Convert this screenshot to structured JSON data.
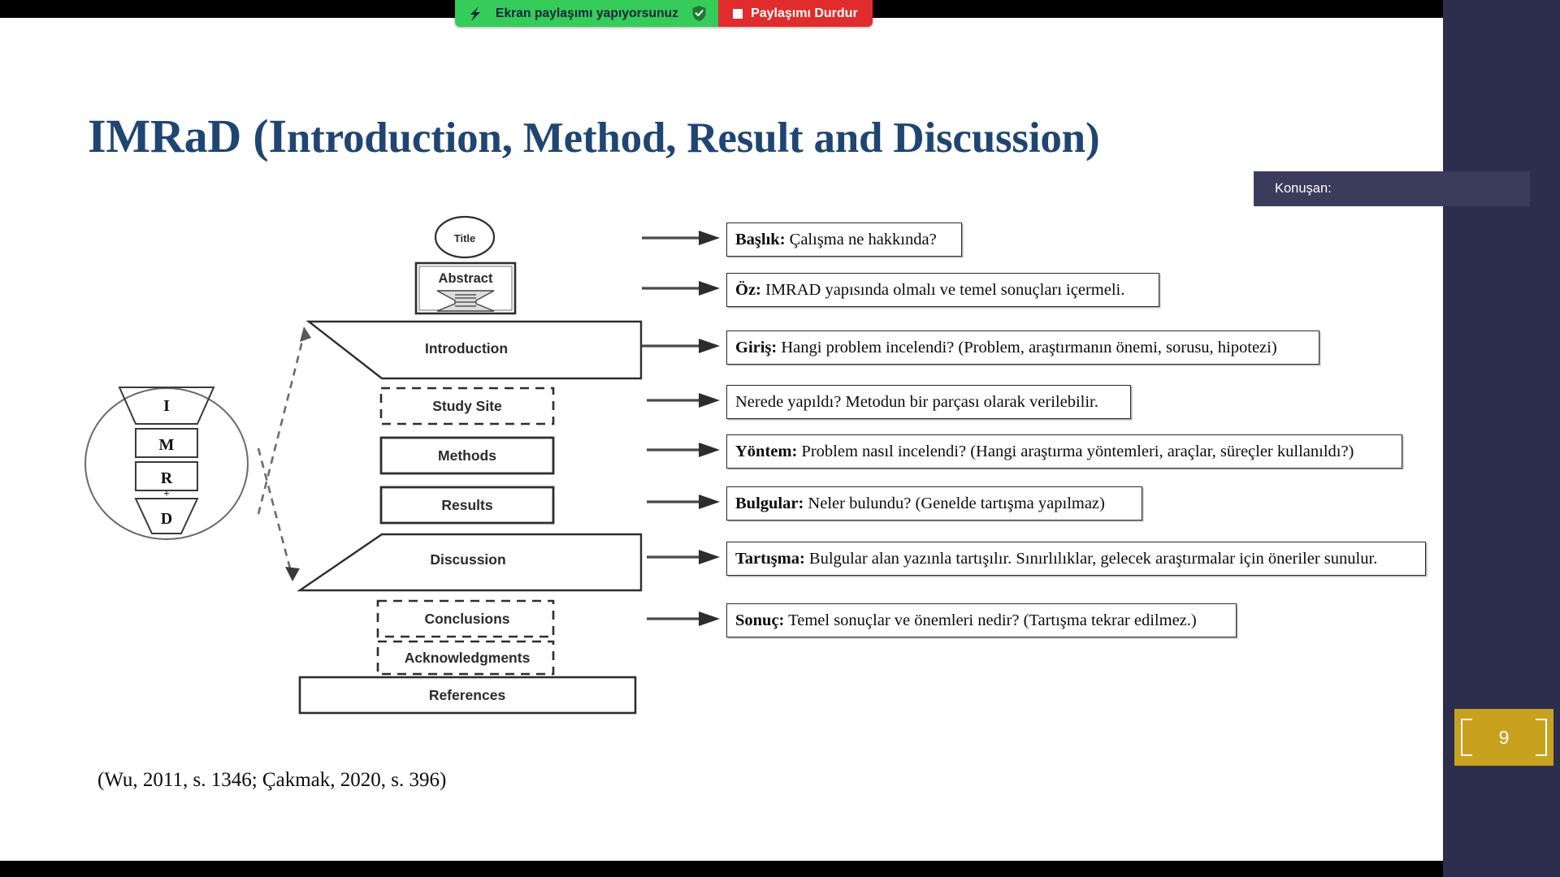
{
  "share_bar": {
    "status_text": "Ekran paylaşımı yapıyorsunuz",
    "bolt_icon": "bolt-icon",
    "shield_icon": "shield-check-icon",
    "stop_label": "Paylaşımı Durdur",
    "stop_icon": "stop-square-icon",
    "green": "#35cc5a",
    "red": "#e02c2c"
  },
  "speaker": {
    "label": "Konuşan:"
  },
  "page": {
    "number": "9",
    "badge_color": "#c8a11e"
  },
  "slide": {
    "title_lead": "IMRaD (I",
    "title_rest": "ntroduction, Method, Result and Discussion)",
    "title_color": "#1f4573",
    "citation": "(Wu, 2011, s. 1346; Çakmak, 2020, s. 396)"
  },
  "figure": {
    "oval_letters": [
      "I",
      "M",
      "R",
      "+",
      "D"
    ],
    "center_column": [
      {
        "name": "title",
        "label": "Title",
        "shape": "ellipse"
      },
      {
        "name": "abstract",
        "label": "Abstract",
        "shape": "box-hourglass"
      },
      {
        "name": "introduction",
        "label": "Introduction",
        "shape": "trapezoid-down"
      },
      {
        "name": "study-site",
        "label": "Study Site",
        "shape": "dashed-box"
      },
      {
        "name": "methods",
        "label": "Methods",
        "shape": "box"
      },
      {
        "name": "results",
        "label": "Results",
        "shape": "box"
      },
      {
        "name": "discussion",
        "label": "Discussion",
        "shape": "trapezoid-up"
      },
      {
        "name": "conclusions",
        "label": "Conclusions",
        "shape": "dashed-box"
      },
      {
        "name": "acknowledgments",
        "label": "Acknowledgments",
        "shape": "dashed-box"
      },
      {
        "name": "references",
        "label": "References",
        "shape": "box"
      }
    ],
    "callouts": [
      {
        "name": "callout-baslik",
        "bold": "Başlık:",
        "text": " Çalışma ne hakkında?"
      },
      {
        "name": "callout-oz",
        "bold": "Öz:",
        "text": " IMRAD yapısında olmalı ve temel sonuçları içermeli."
      },
      {
        "name": "callout-giris",
        "bold": "Giriş:",
        "text": " Hangi problem incelendi? (Problem, araştırmanın önemi, sorusu, hipotezi)"
      },
      {
        "name": "callout-nerede",
        "bold": "",
        "text": "Nerede yapıldı?  Metodun bir parçası olarak verilebilir."
      },
      {
        "name": "callout-yontem",
        "bold": "Yöntem:",
        "text": " Problem nasıl incelendi? (Hangi araştırma yöntemleri, araçlar, süreçler kullanıldı?)"
      },
      {
        "name": "callout-bulgular",
        "bold": "Bulgular:",
        "text": " Neler bulundu? (Genelde tartışma yapılmaz)"
      },
      {
        "name": "callout-tartisma",
        "bold": "Tartışma:",
        "text": " Bulgular alan yazınla tartışılır. Sınırlılıklar, gelecek araştırmalar için öneriler sunulur."
      },
      {
        "name": "callout-sonuc",
        "bold": "Sonuç:",
        "text": " Temel sonuçlar ve önemleri nedir? (Tartışma tekrar edilmez.)"
      }
    ]
  }
}
